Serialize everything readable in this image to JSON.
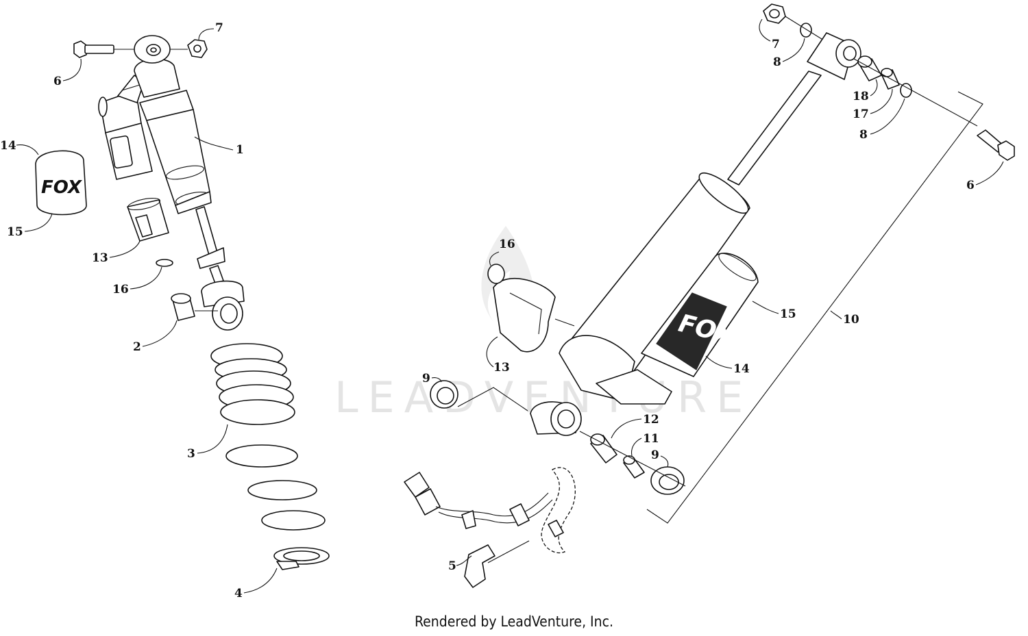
{
  "watermark": "LEADVENTURE",
  "footer": {
    "credit": "Rendered by LeadVenture, Inc."
  },
  "left_assembly": {
    "callouts": [
      "1",
      "2",
      "3",
      "4",
      "6",
      "7",
      "13",
      "14",
      "15",
      "16"
    ],
    "decal_text": "FOX"
  },
  "right_assembly": {
    "callouts": [
      "5",
      "6",
      "7",
      "8",
      "8",
      "9",
      "9",
      "10",
      "11",
      "12",
      "13",
      "14",
      "15",
      "16",
      "17",
      "18"
    ],
    "decal_text": "FOX"
  }
}
